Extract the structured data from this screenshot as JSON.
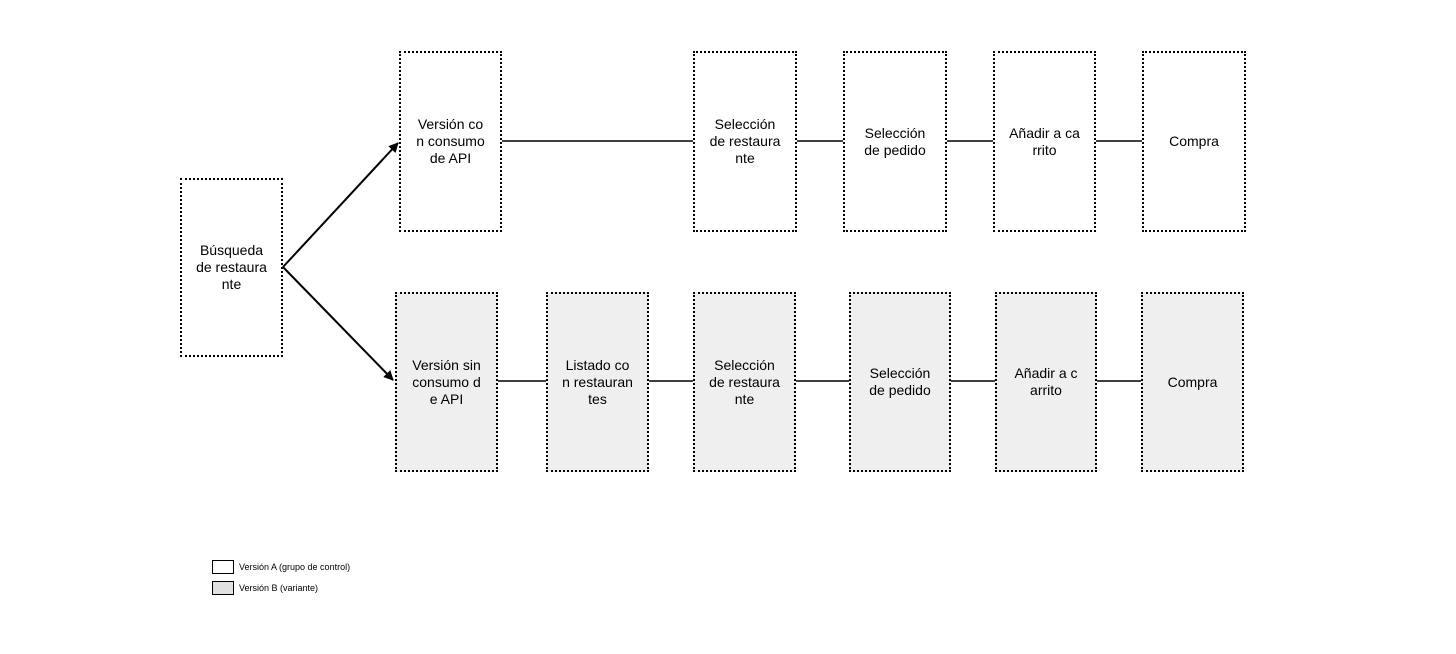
{
  "colors": {
    "version_a_fill": "#ffffff",
    "version_b_fill": "#efefef",
    "stroke": "#000000"
  },
  "start": {
    "label": "Búsqueda de restaurante"
  },
  "version_a": {
    "steps": [
      "Versión con consumo de API",
      "Selección de restaurante",
      "Selección de pedido",
      "Añadir a carrito",
      "Compra"
    ]
  },
  "version_b": {
    "steps": [
      "Versión sin consumo de API",
      "Listado con restaurantes",
      "Selección de restaurante",
      "Selección de pedido",
      "Añadir a carrito",
      "Compra"
    ]
  },
  "legend": {
    "version_a": "Versión A (grupo de control)",
    "version_b": "Versión B (variante)"
  }
}
